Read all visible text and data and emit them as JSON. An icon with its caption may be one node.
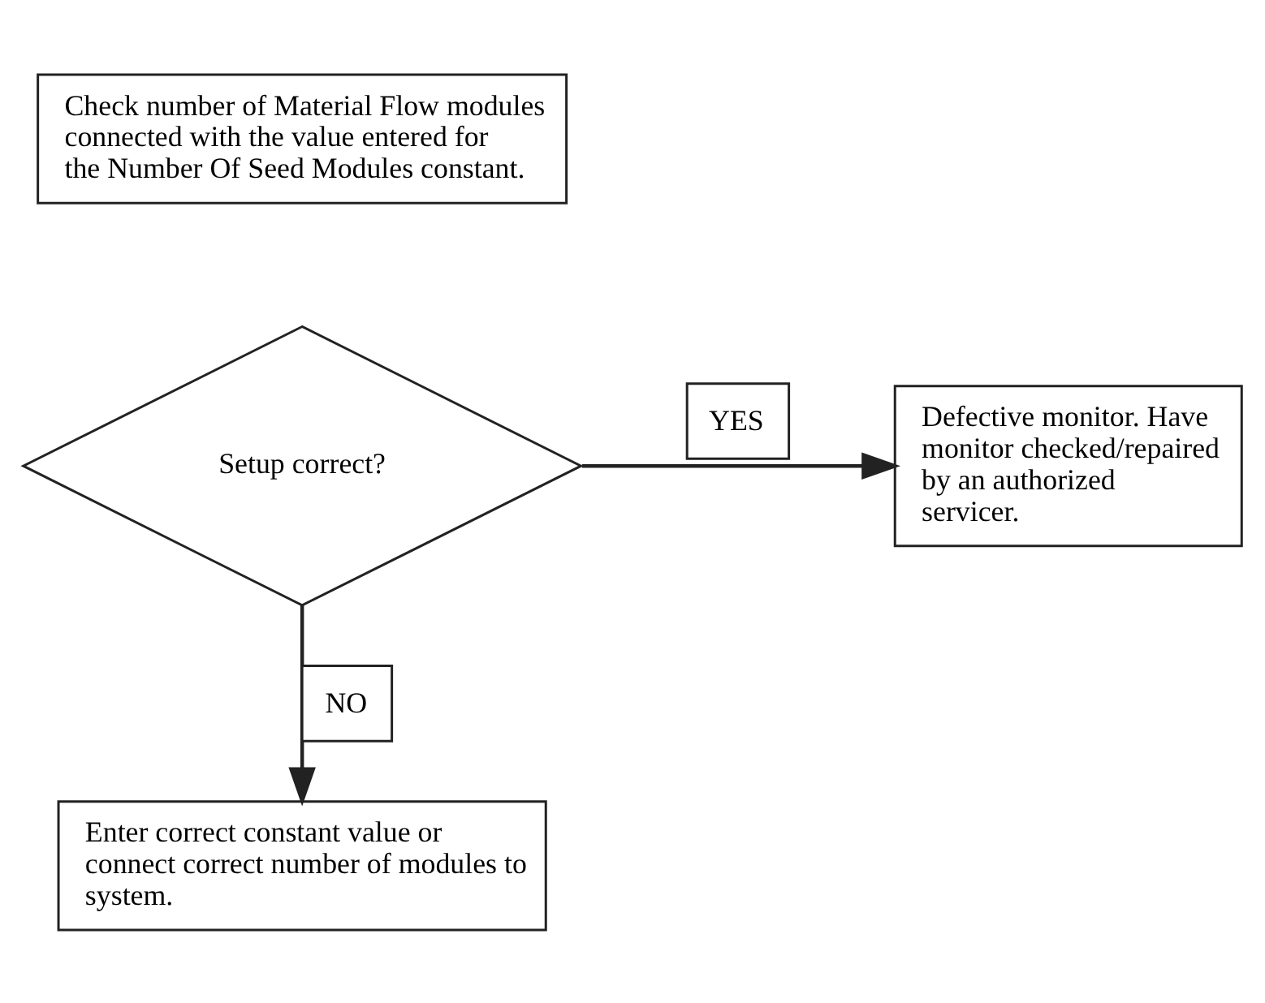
{
  "diagram": {
    "nodes": [
      {
        "text": [
          "Check number of Material Flow modules connected with the value entered for the Number Of Seed Modules constant."
        ]
      },
      {
        "text": [
          "Setup correct?"
        ]
      },
      {
        "text": [
          "Defective monitor. Have monitor checked/repaired by an authorized servicer."
        ]
      },
      {
        "text": [
          "Enter correct constant value or connect correct number of modules to system."
        ]
      }
    ],
    "edges": [
      {
        "from": 1,
        "to": 2,
        "arrow": "to",
        "label": "YES"
      },
      {
        "from": 1,
        "to": 3,
        "arrow": "to",
        "label": "NO"
      }
    ]
  }
}
